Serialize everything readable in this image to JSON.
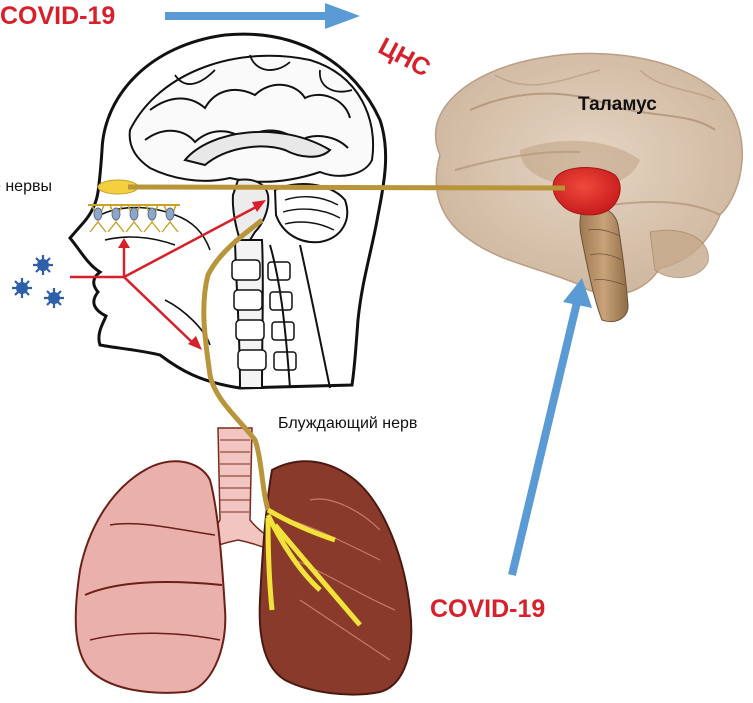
{
  "labels": {
    "covid_top": "COVID-19",
    "cns": "ЦНС",
    "thalamus": "Таламус",
    "nerves": "е нервы",
    "vagus": "Блуждающий нерв",
    "covid_bottom": "COVID-19"
  },
  "colors": {
    "accent_red": "#d8202a",
    "arrow_blue": "#5b9bd5",
    "nerve_gold": "#b8943a",
    "thalamus_red": "#d9282a",
    "lung_left": "#eab1ac",
    "lung_right": "#8a3a2a",
    "vagus_branches": "#f1e33a"
  },
  "icons": [
    "virus-icon",
    "virus-icon",
    "virus-icon"
  ]
}
